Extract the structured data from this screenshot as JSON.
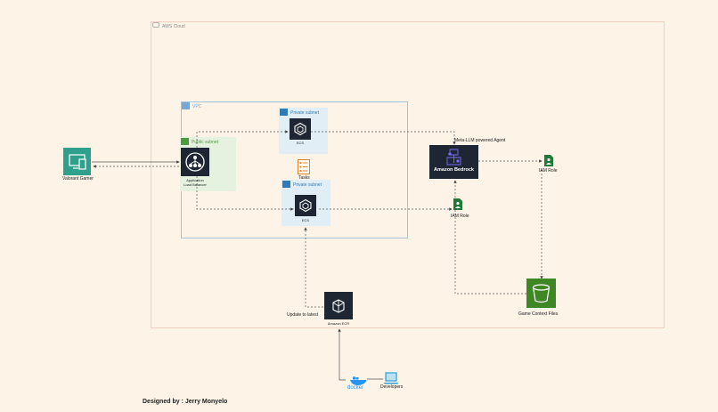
{
  "cloud": {
    "label": "AWS Cloud"
  },
  "vpc": {
    "label": "VPC"
  },
  "public_subnet": {
    "label": "Public subnet"
  },
  "private_subnet_1": {
    "label": "Private subnet"
  },
  "private_subnet_2": {
    "label": "Private subnet"
  },
  "gamer": {
    "label": "Valorant Gamer"
  },
  "alb": {
    "label_line1": "Application",
    "label_line2": "Load Balancer"
  },
  "ecs_1": {
    "label": "ECS"
  },
  "ecs_2": {
    "label": "ECS"
  },
  "tasks": {
    "label": "Tasks"
  },
  "bedrock": {
    "label": "Amazon Bedrock",
    "agent_label": "Meta-LLM powered  Agent"
  },
  "iam_role_1": {
    "label": "IAM Role"
  },
  "iam_role_2": {
    "label": "IAM Role"
  },
  "s3": {
    "label": "Game Context Files"
  },
  "ecr": {
    "label": "Amazon ECR",
    "update_label": "Update to latest"
  },
  "docker": {
    "label": "docker"
  },
  "developers": {
    "label": "Developers"
  },
  "footer": {
    "credit": "Designed by : Jerry Monyelo"
  },
  "colors": {
    "background": "#fdf3e7",
    "bedrock": "#1e2633",
    "s3": "#3f8624",
    "iam": "#1f7a3a",
    "vpc": "#7aa6cf",
    "public_subnet": "#4d9a40",
    "private_subnet": "#2f7ab7",
    "tasks": "#e0842c",
    "docker": "#2496ed"
  }
}
